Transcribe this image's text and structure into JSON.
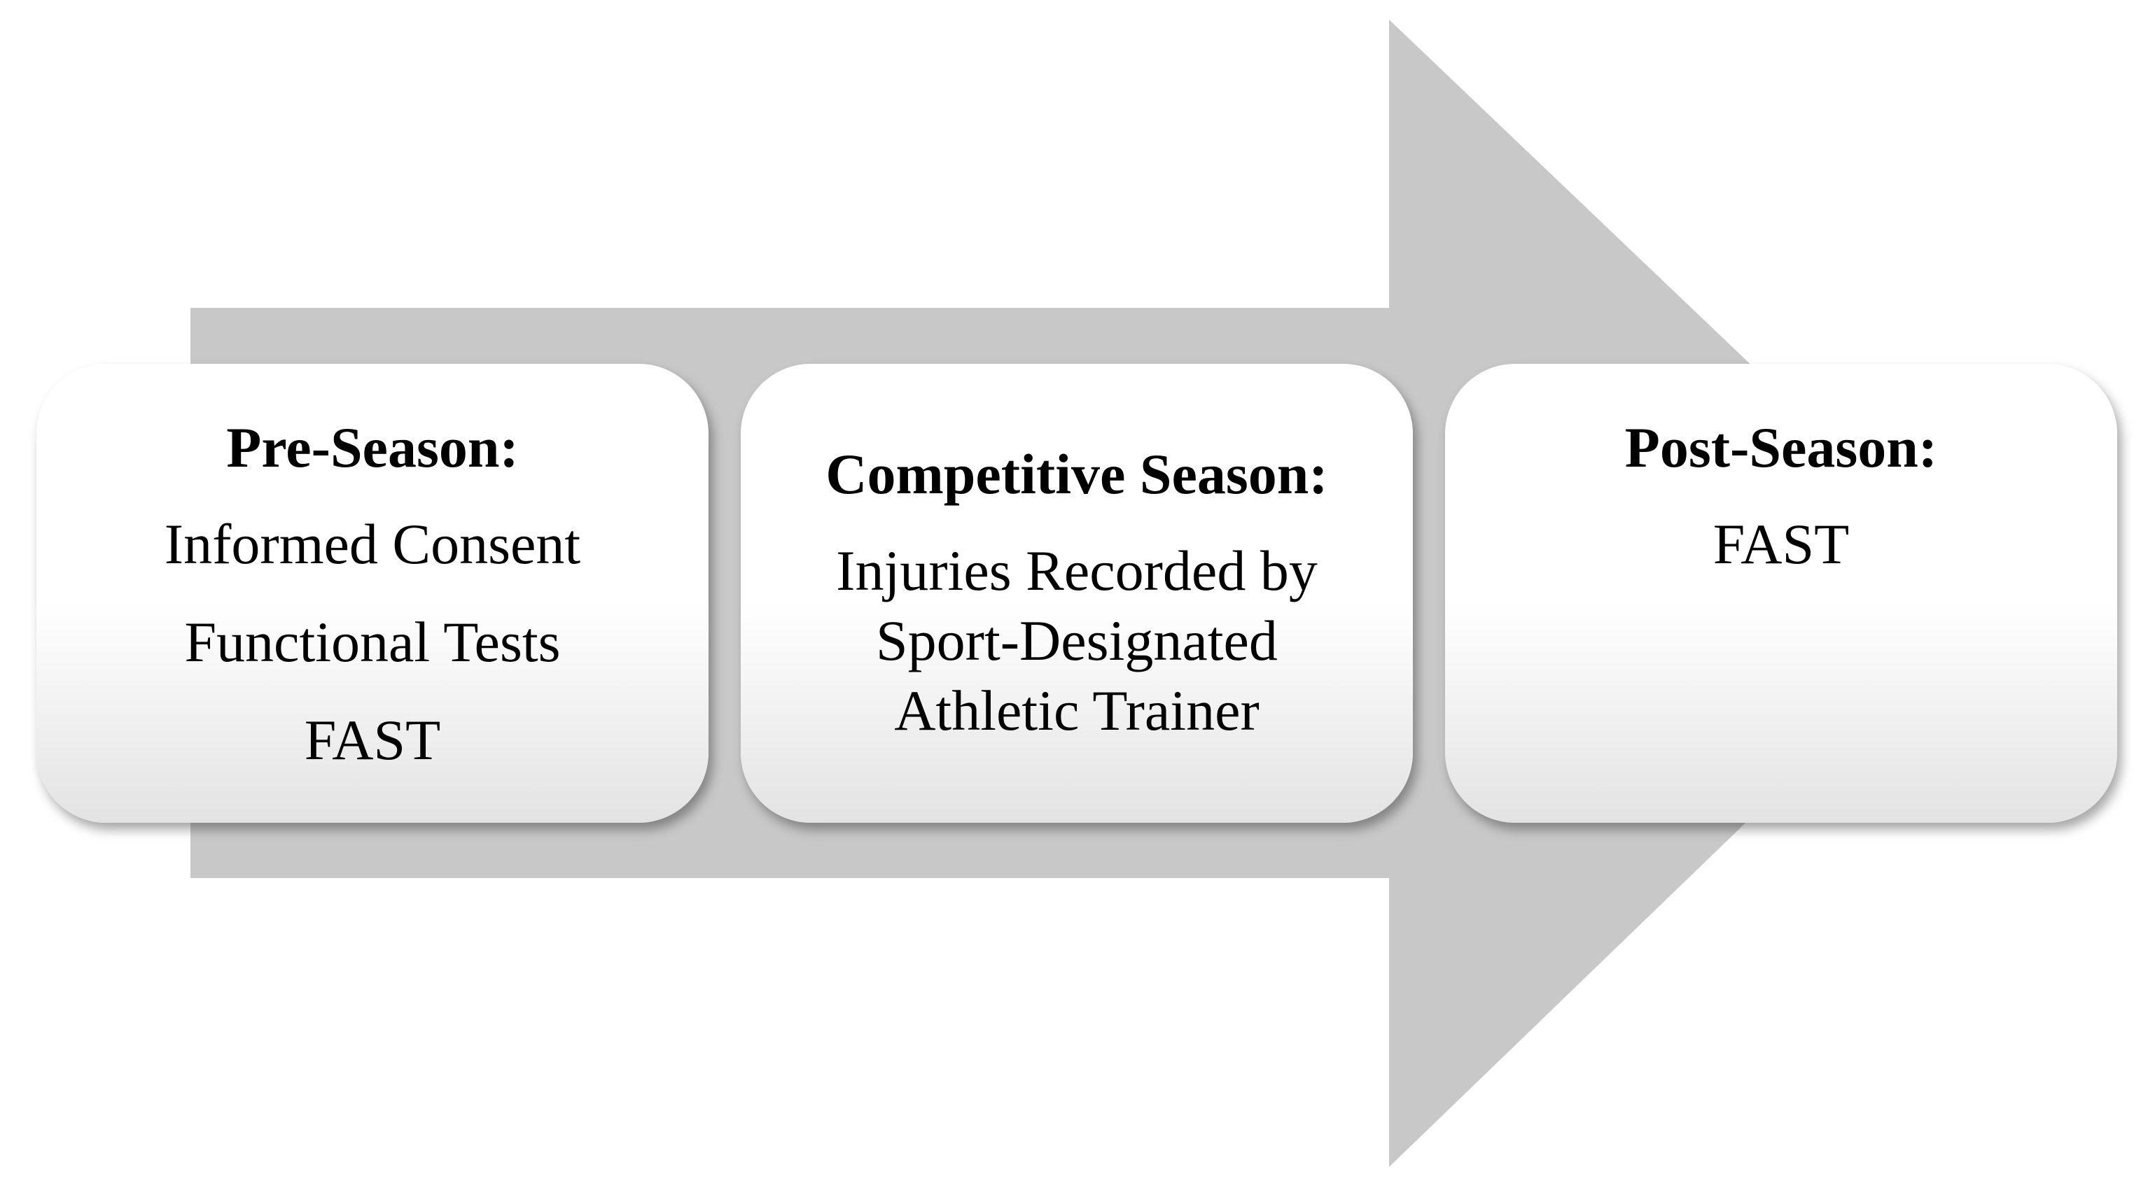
{
  "colors": {
    "arrow_fill": "#c8c8c8",
    "box_top": "#ffffff",
    "box_bottom": "#e3e3e3",
    "text": "#000000"
  },
  "stages": [
    {
      "title": "Pre-Season:",
      "lines": [
        "Informed Consent",
        "Functional Tests",
        "FAST"
      ]
    },
    {
      "title": "Competitive Season:",
      "lines": [
        "Injuries Recorded by",
        "Sport-Designated",
        "Athletic Trainer"
      ]
    },
    {
      "title": "Post-Season:",
      "lines": [
        "FAST"
      ]
    }
  ]
}
